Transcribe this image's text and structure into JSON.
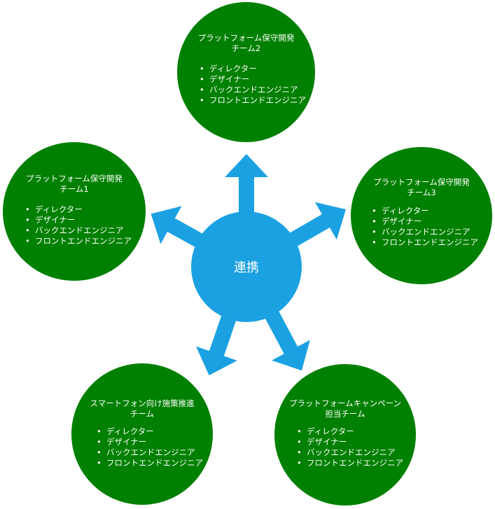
{
  "hub": {
    "label": "連携"
  },
  "colors": {
    "team_fill": "#008000",
    "hub_fill": "#1ba1e2",
    "arrow_fill": "#1ba1e2",
    "text": "#ffffff"
  },
  "teams": [
    {
      "title_lines": [
        "プラットフォーム保守開発",
        "チーム2"
      ],
      "roles": [
        "ディレクター",
        "デザイナー",
        "バックエンドエンジニア",
        "フロントエンドエンジニア"
      ]
    },
    {
      "title_lines": [
        "プラットフォーム保守開発",
        "チーム1"
      ],
      "roles": [
        "ディレクター",
        "デザイナー",
        "バックエンドエンジニア",
        "フロントエンドエンジニア"
      ]
    },
    {
      "title_lines": [
        "プラットフォーム保守開発",
        "チーム3"
      ],
      "roles": [
        "ディレクター",
        "デザイナー",
        "バックエンドエンジニア",
        "フロントエンドエンジニア"
      ]
    },
    {
      "title_lines": [
        "スマートフォン向け施策推進",
        "チーム"
      ],
      "roles": [
        "ディレクター",
        "デザイナー",
        "バックエンドエンジニア",
        "フロントエンドエンジニア"
      ]
    },
    {
      "title_lines": [
        "プラットフォームキャンペーン",
        "担当チーム"
      ],
      "roles": [
        "ディレクター",
        "デザイナー",
        "バックエンドエンジニア",
        "フロントエンドエンジニア"
      ]
    }
  ]
}
